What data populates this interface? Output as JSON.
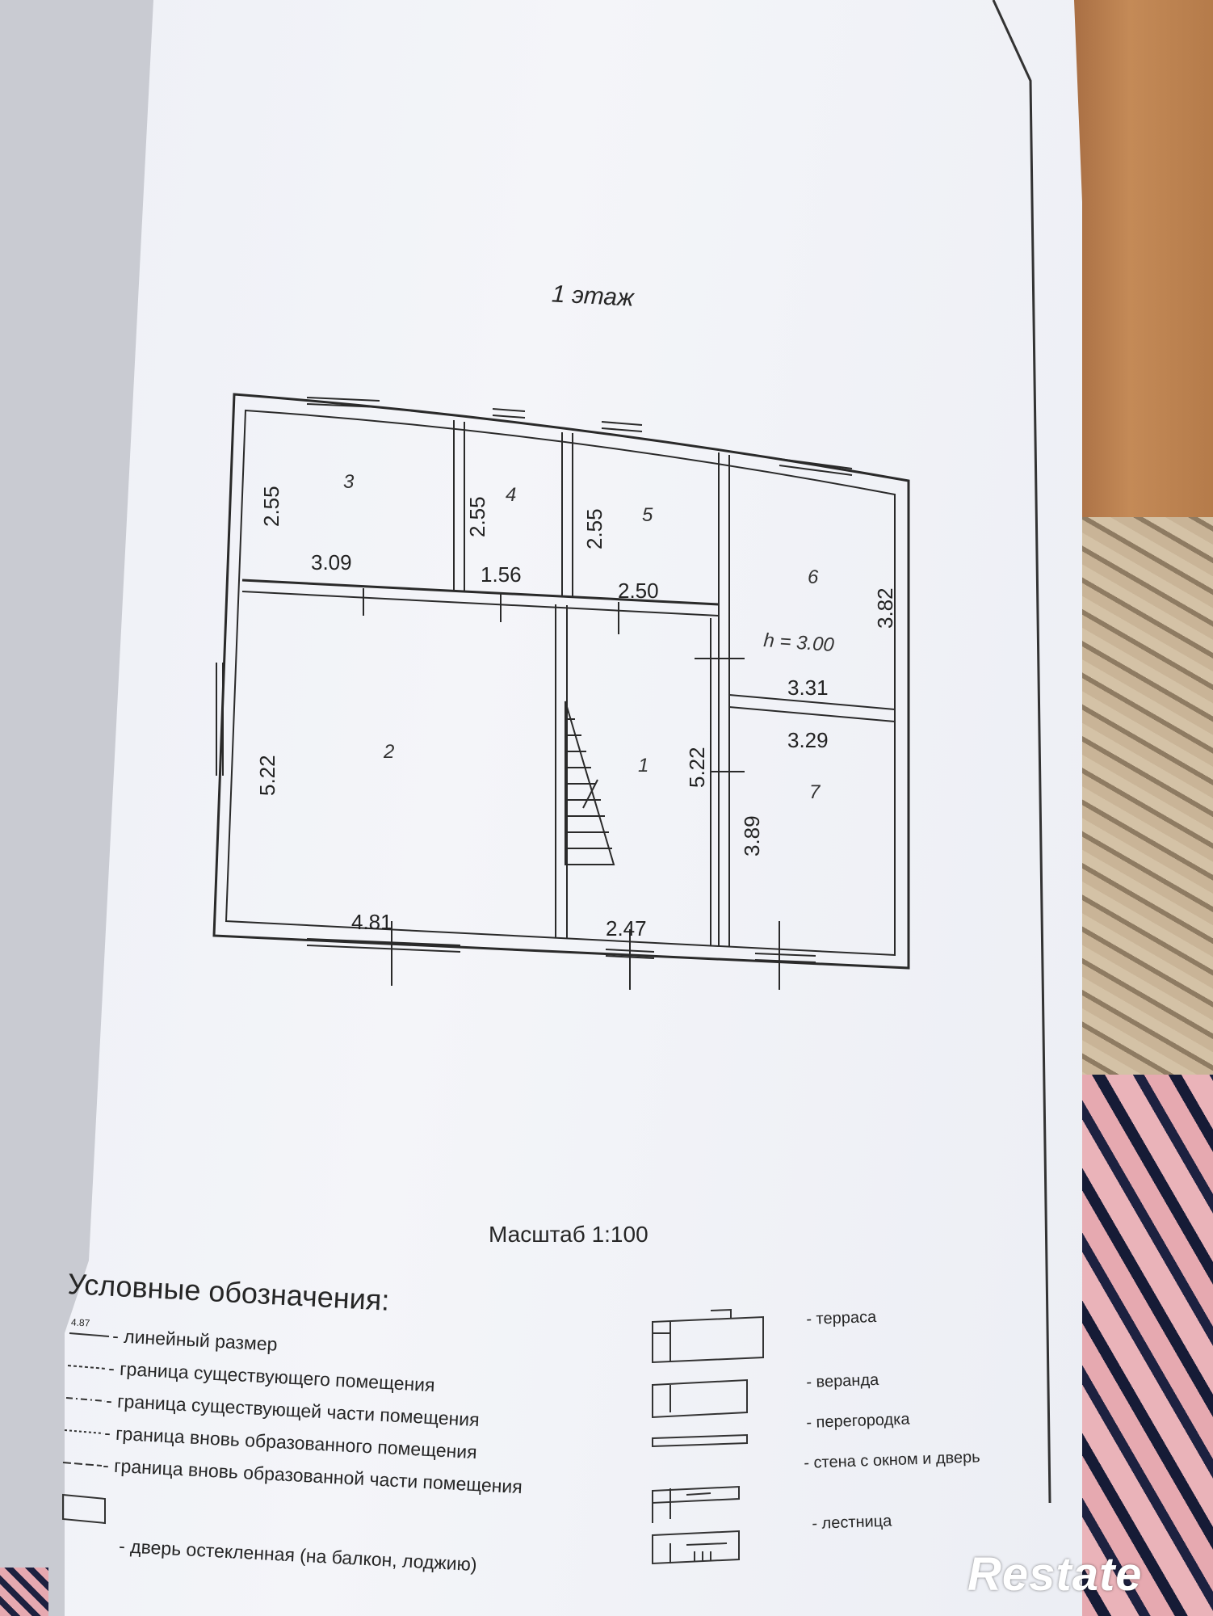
{
  "floor_title": "1 этаж",
  "scale_label": "Масштаб 1:100",
  "legend": {
    "title": "Условные обозначения:",
    "items": [
      "- линейный размер",
      "- граница существующего помещения",
      "- граница существующей части помещения",
      "- граница вновь образованного помещения",
      "- граница вновь образованной части помещения",
      "- дверь остекленная (на балкон, лоджию)"
    ],
    "right_items": [
      "- терраса",
      "- веранда",
      "- перегородка",
      "- стена с окном и дверь",
      "- лестница"
    ],
    "sample_value": "4.87"
  },
  "rooms": {
    "r1": "1",
    "r2": "2",
    "r3": "3",
    "r4": "4",
    "r5": "5",
    "r6": "6",
    "r7": "7"
  },
  "height_note": "h = 3.00",
  "dims": {
    "d3_h": "2.55",
    "d3_w": "3.09",
    "d4_h": "2.55",
    "d4_w": "1.56",
    "d5_h": "2.55",
    "d5_w": "2.50",
    "d6_h": "3.82",
    "d6_w": "3.31",
    "d2_h": "5.22",
    "d2_w": "4.81",
    "d1_h": "5.22",
    "d1_w": "2.47",
    "d7_h": "3.89",
    "d7_w": "3.29"
  },
  "watermark": "Restate"
}
